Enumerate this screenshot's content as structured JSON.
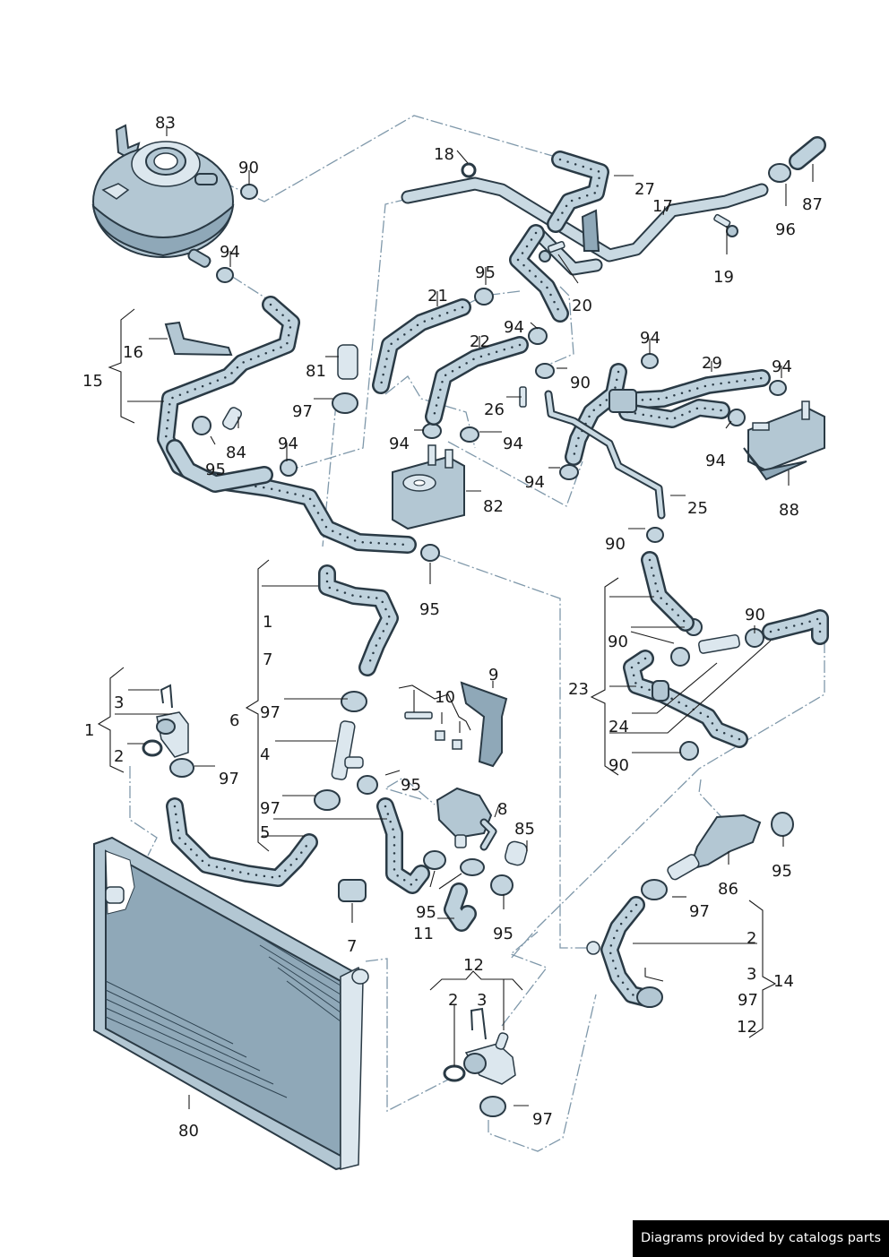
{
  "diagram": {
    "title": "Coolant system hoses, expansion tank, radiator and oil coolers (exploded parts view)",
    "accent_colors": {
      "part_fill": "#b3c7d3",
      "outline": "#2a3a45",
      "dash_line": "#7f98aa"
    },
    "labels": {
      "l83": "83",
      "l90a": "90",
      "l94a": "94",
      "l18": "18",
      "l27": "27",
      "l17": "17",
      "l87": "87",
      "l96": "96",
      "l19": "19",
      "l20": "20",
      "l95a": "95",
      "l21": "21",
      "l22": "22",
      "l94b": "94",
      "l90b": "90",
      "l26": "26",
      "l94c": "94",
      "l94d": "94",
      "l94e": "94",
      "l82": "82",
      "l94f": "94",
      "l29": "29",
      "l94g": "94",
      "l94h": "94",
      "l88": "88",
      "l25": "25",
      "l90c": "90",
      "l15": "15",
      "l16": "16",
      "l81": "81",
      "l97a": "97",
      "l84": "84",
      "l95b": "95",
      "l94i": "94",
      "l95c": "95",
      "l1a": "1",
      "l7a": "7",
      "l6": "6",
      "l97b": "97",
      "l4": "4",
      "l97c": "97",
      "l5": "5",
      "l1b": "1",
      "l3a": "3",
      "l2a": "2",
      "l97d": "97",
      "l9": "9",
      "l10": "10",
      "l95d": "95",
      "l8": "8",
      "l85": "85",
      "l95e": "95",
      "l11": "11",
      "l95f": "95",
      "l7b": "7",
      "l23": "23",
      "l90d": "90",
      "l90e": "90",
      "l24": "24",
      "l90f": "90",
      "l95g": "95",
      "l86": "86",
      "l97e": "97",
      "l2b": "2",
      "l3b": "3",
      "l14": "14",
      "l97f": "97",
      "l12b": "12",
      "l12a": "12",
      "l2c": "2",
      "l3c": "3",
      "l97g": "97",
      "l80": "80"
    },
    "credit": "Diagrams provided by catalogs parts"
  }
}
